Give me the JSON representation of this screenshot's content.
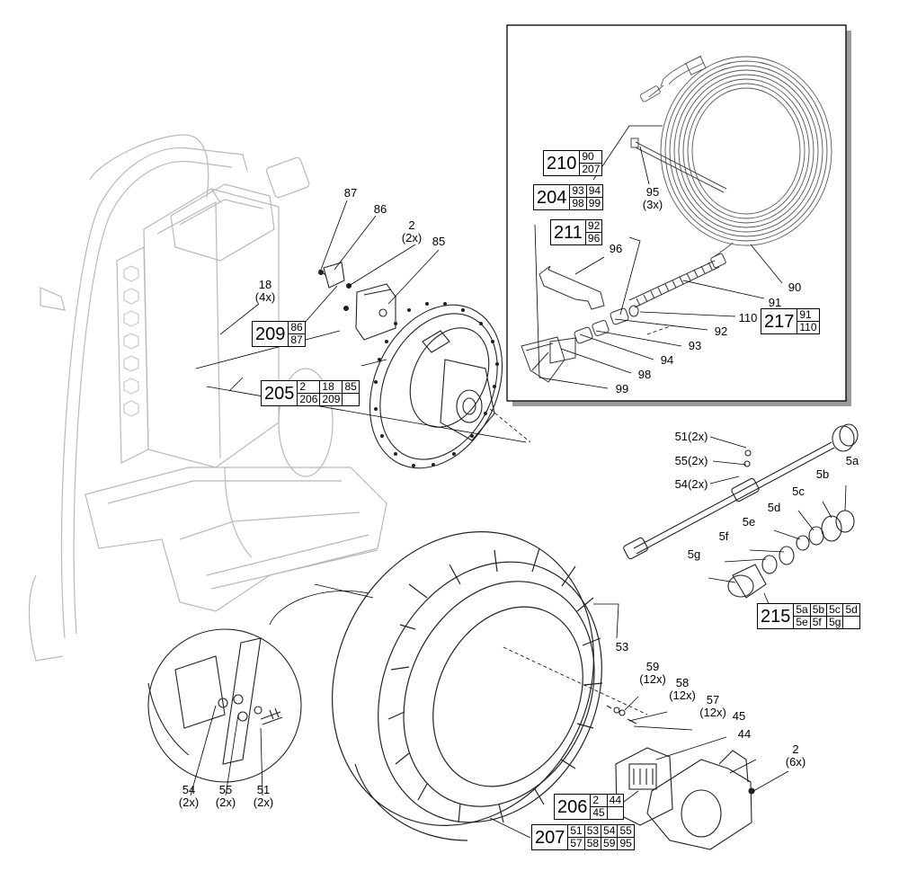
{
  "callouts": [
    {
      "id": "c87",
      "text": "87"
    },
    {
      "id": "c86",
      "text": "86"
    },
    {
      "id": "c2a",
      "text": "2",
      "sub": "(2x)"
    },
    {
      "id": "c85",
      "text": "85"
    },
    {
      "id": "c18",
      "text": "18",
      "sub": "(4x)"
    },
    {
      "id": "c95",
      "text": "95",
      "sub": "(3x)"
    },
    {
      "id": "c96",
      "text": "96"
    },
    {
      "id": "c90",
      "text": "90"
    },
    {
      "id": "c91",
      "text": "91"
    },
    {
      "id": "c110",
      "text": "110"
    },
    {
      "id": "c92",
      "text": "92"
    },
    {
      "id": "c93",
      "text": "93"
    },
    {
      "id": "c94",
      "text": "94"
    },
    {
      "id": "c98",
      "text": "98"
    },
    {
      "id": "c99",
      "text": "99"
    },
    {
      "id": "c51r",
      "text": "51(2x)"
    },
    {
      "id": "c55r",
      "text": "55(2x)"
    },
    {
      "id": "c54r",
      "text": "54(2x)"
    },
    {
      "id": "c5a",
      "text": "5a"
    },
    {
      "id": "c5b",
      "text": "5b"
    },
    {
      "id": "c5c",
      "text": "5c"
    },
    {
      "id": "c5d",
      "text": "5d"
    },
    {
      "id": "c5e",
      "text": "5e"
    },
    {
      "id": "c5f",
      "text": "5f"
    },
    {
      "id": "c5g",
      "text": "5g"
    },
    {
      "id": "c53",
      "text": "53"
    },
    {
      "id": "c59",
      "text": "59",
      "sub": "(12x)"
    },
    {
      "id": "c58",
      "text": "58",
      "sub": "(12x)"
    },
    {
      "id": "c57",
      "text": "57",
      "sub": "(12x)"
    },
    {
      "id": "c45",
      "text": "45"
    },
    {
      "id": "c44",
      "text": "44"
    },
    {
      "id": "c2b",
      "text": "2",
      "sub": "(6x)"
    },
    {
      "id": "c54l",
      "text": "54",
      "sub": "(2x)"
    },
    {
      "id": "c55l",
      "text": "55",
      "sub": "(2x)"
    },
    {
      "id": "c51l",
      "text": "51",
      "sub": "(2x)"
    }
  ],
  "kits": [
    {
      "id": "k209",
      "number": "209",
      "rows": [
        [
          "86"
        ],
        [
          "87"
        ]
      ]
    },
    {
      "id": "k205",
      "number": "205",
      "rows": [
        [
          "2",
          "18",
          "85"
        ],
        [
          "206",
          "209",
          ""
        ]
      ]
    },
    {
      "id": "k210",
      "number": "210",
      "rows": [
        [
          "90"
        ],
        [
          "207"
        ]
      ]
    },
    {
      "id": "k204",
      "number": "204",
      "rows": [
        [
          "93",
          "94"
        ],
        [
          "98",
          "99"
        ]
      ]
    },
    {
      "id": "k211",
      "number": "211",
      "rows": [
        [
          "92"
        ],
        [
          "96"
        ]
      ]
    },
    {
      "id": "k217",
      "number": "217",
      "rows": [
        [
          "91"
        ],
        [
          "110"
        ]
      ]
    },
    {
      "id": "k215",
      "number": "215",
      "rows": [
        [
          "5a",
          "5b",
          "5c",
          "5d"
        ],
        [
          "5e",
          "5f",
          "5g",
          ""
        ]
      ]
    },
    {
      "id": "k206",
      "number": "206",
      "rows": [
        [
          "2",
          "44"
        ],
        [
          "45",
          ""
        ]
      ]
    },
    {
      "id": "k207",
      "number": "207",
      "rows": [
        [
          "51",
          "53",
          "54",
          "55"
        ],
        [
          "57",
          "58",
          "59",
          "95"
        ]
      ]
    }
  ]
}
